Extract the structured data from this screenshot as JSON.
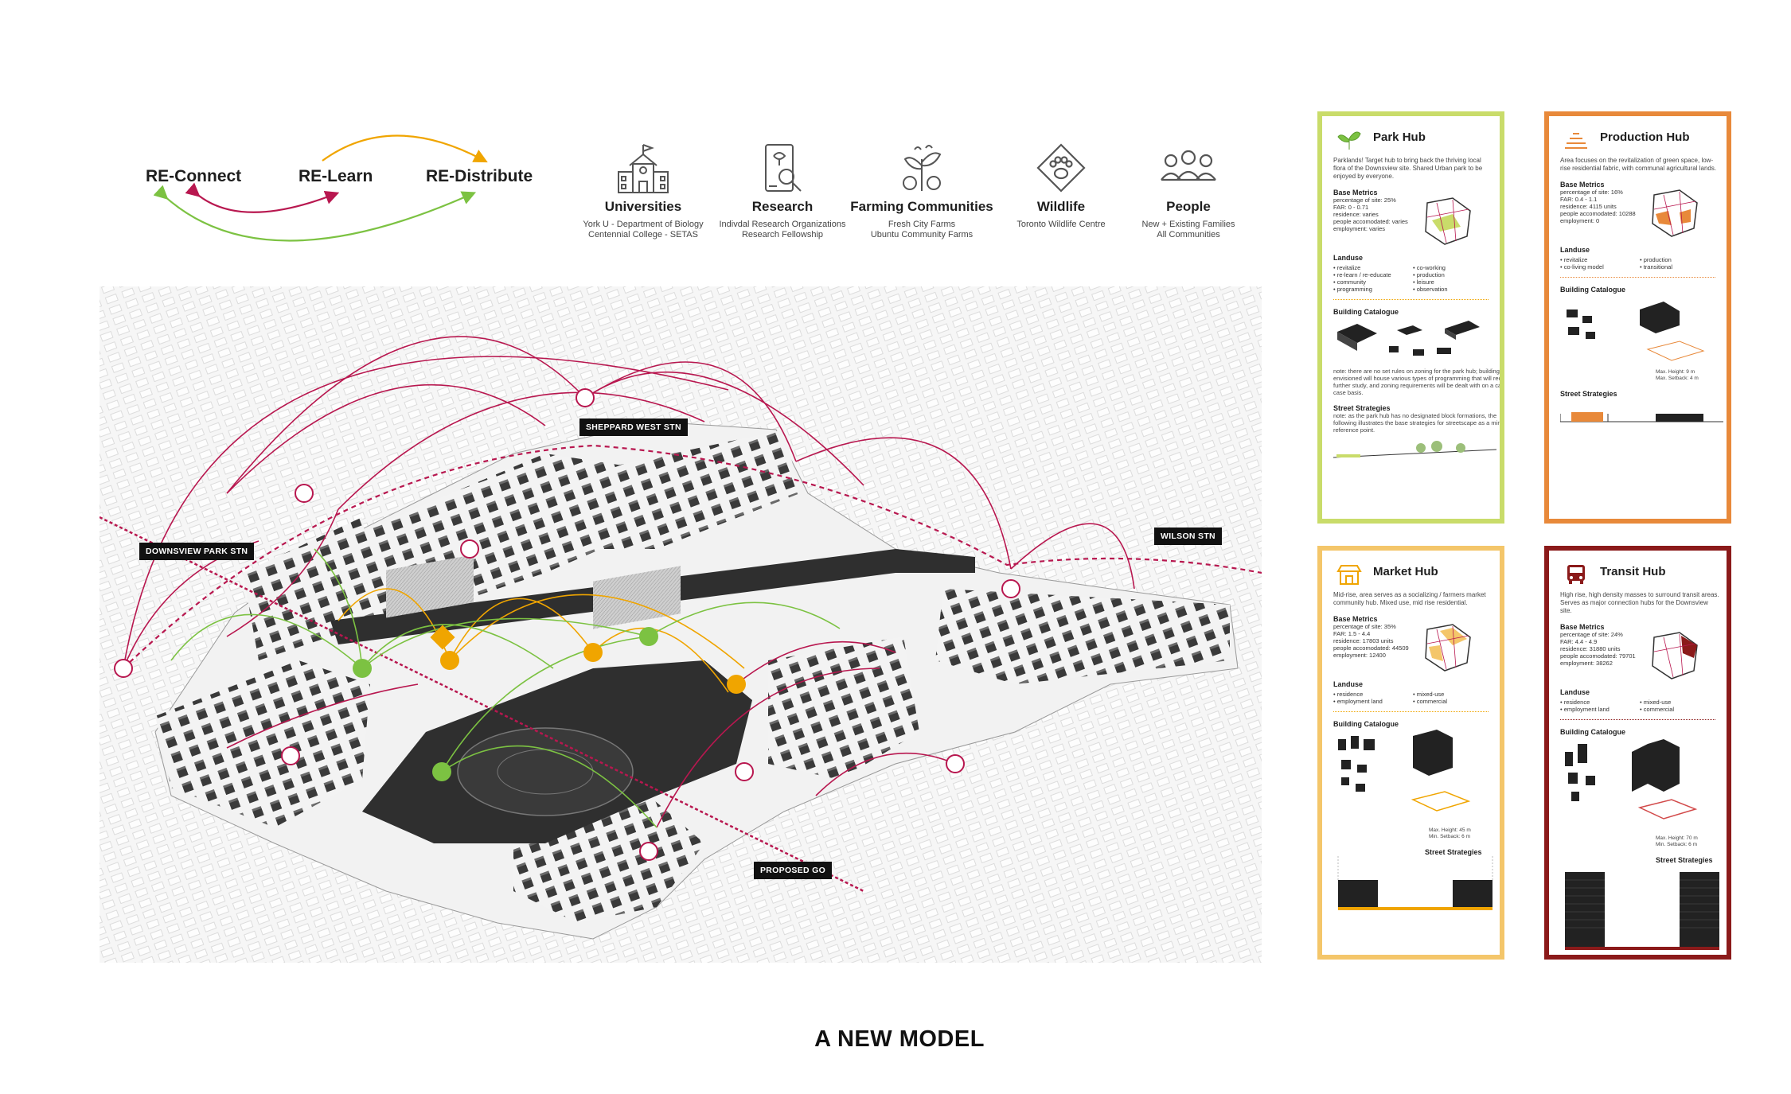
{
  "re_labels": {
    "connect": "RE-Connect",
    "learn": "RE-Learn",
    "distribute": "RE-Distribute"
  },
  "actors": [
    {
      "name": "Universities",
      "sub1": "York U - Department of Biology",
      "sub2": "Centennial College - SETAS",
      "icon": "school-icon"
    },
    {
      "name": "Research",
      "sub1": "Indivdal Research Organizations",
      "sub2": "Research Fellowship",
      "icon": "research-icon"
    },
    {
      "name": "Farming Communities",
      "sub1": "Fresh City Farms",
      "sub2": "Ubuntu Community Farms",
      "icon": "plant-icon"
    },
    {
      "name": "Wildlife",
      "sub1": "Toronto Wildlife Centre",
      "sub2": "",
      "icon": "paw-icon"
    },
    {
      "name": "People",
      "sub1": "New + Existing Families",
      "sub2": "All Communities",
      "icon": "people-icon"
    }
  ],
  "stations": {
    "sheppard": "SHEPPARD WEST STN",
    "downsview": "DOWNSVIEW PARK STN",
    "wilson": "WILSON STN",
    "go": "PROPOSED GO"
  },
  "colors": {
    "connect": "#b8174f",
    "learn": "#f0a500",
    "distribute": "#7cc242",
    "park": "#c9dc6a",
    "production": "#e8893a",
    "market": "#f4c66a",
    "transit": "#8b1a1a"
  },
  "hubs": {
    "park": {
      "title": "Park Hub",
      "desc": "Parklands! Target hub to bring back the thriving local flora of the Downsview site. Shared Urban park to be enjoyed by everyone.",
      "metrics_label": "Base Metrics",
      "m1": "percentage of site: 25%",
      "m2": "FAR: 0 - 0.71",
      "m3": "residence: varies",
      "m4": "people accomodated: varies",
      "m5": "employment: varies",
      "landuse_label": "Landuse",
      "landuse": [
        "revitalize",
        "co-working",
        "re-learn / re-educate",
        "production",
        "community",
        "leisure",
        "programming",
        "observation"
      ],
      "catalogue_label": "Building Catalogue",
      "note": "note: there are no set rules on zoning for the park hub; buildings envisioned will house various types of programming that will require further study, and zoning requirements will be dealt with on a case to case basis.",
      "street_label": "Street Strategies",
      "street_note": "note: as the park hub has no designated block formations, the following illustrates the base strategies for streetscape as a minimum reference point."
    },
    "production": {
      "title": "Production Hub",
      "desc": "Area focuses on the revitalization of green space, low-rise residential fabric, with communal agricultural lands.",
      "metrics_label": "Base Metrics",
      "m1": "percentage of site: 16%",
      "m2": "FAR: 0.4 - 1.1",
      "m3": "residence: 4115 units",
      "m4": "people accomodated: 10288",
      "m5": "employment: 0",
      "landuse_label": "Landuse",
      "landuse": [
        "revitalize",
        "production",
        "co-living model",
        "transitional"
      ],
      "catalogue_label": "Building Catalogue",
      "h1": "Max. Height: 9 m",
      "h2": "Max. Setback: 4 m",
      "street_label": "Street Strategies"
    },
    "market": {
      "title": "Market Hub",
      "desc": "Mid-rise, area serves as a socializing / farmers market community hub. Mixed use, mid rise residential.",
      "metrics_label": "Base Metrics",
      "m1": "percentage of site: 35%",
      "m2": "FAR: 1.5 - 4.4",
      "m3": "residence: 17803 units",
      "m4": "people accomodated: 44509",
      "m5": "employment: 12400",
      "landuse_label": "Landuse",
      "landuse": [
        "residence",
        "mixed-use",
        "employment land",
        "commercial"
      ],
      "catalogue_label": "Building Catalogue",
      "h1": "Max. Height: 45 m",
      "h2": "Min. Setback: 6 m",
      "street_label": "Street Strategies"
    },
    "transit": {
      "title": "Transit Hub",
      "desc": "High rise, high density masses to surround transit areas. Serves as major connection hubs for the Downsview site.",
      "metrics_label": "Base Metrics",
      "m1": "percentage of site: 24%",
      "m2": "FAR: 4.4 - 4.9",
      "m3": "residence: 31880 units",
      "m4": "people accomodated: 79701",
      "m5": "employment: 38262",
      "landuse_label": "Landuse",
      "landuse": [
        "residence",
        "mixed-use",
        "employment land",
        "commercial"
      ],
      "catalogue_label": "Building Catalogue",
      "h1": "Max. Height: 70 m",
      "h2": "Min. Setback: 6 m",
      "street_label": "Street Strategies"
    }
  },
  "model_title": "A NEW MODEL"
}
